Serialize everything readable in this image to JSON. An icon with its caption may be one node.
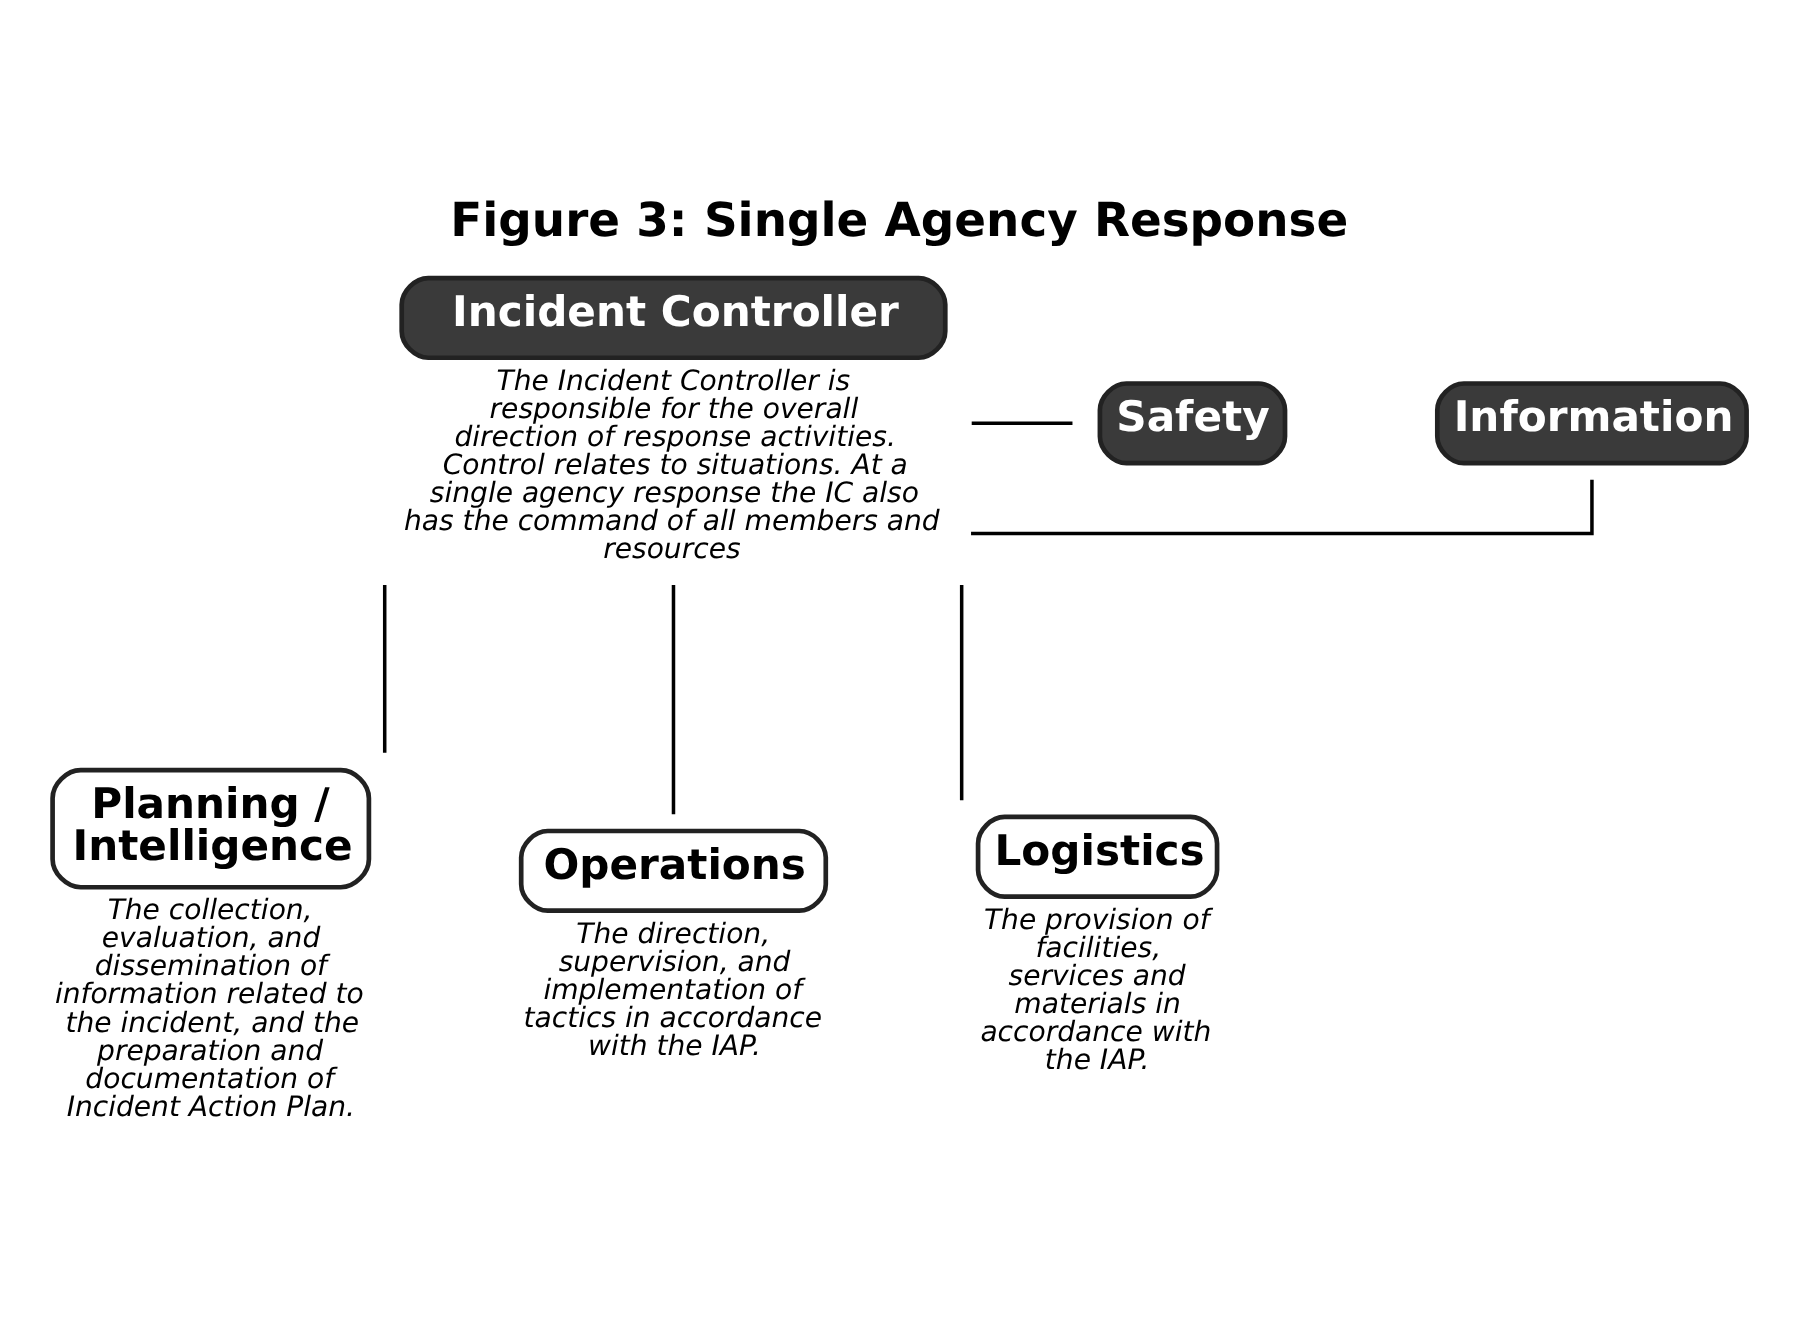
{
  "diagram": {
    "title": "Figure 3: Single Agency Response",
    "nodes": [
      {
        "text": [
          "Incident Controller"
        ],
        "beside": [
          "The Incident Controller is responsible for the overall direction of response activities. Control relates to situations. At a single agency response the IC also has the command of all members and resources"
        ]
      },
      {
        "text": [
          "Information"
        ]
      },
      {
        "text": [
          "Safety"
        ]
      },
      {
        "text": [
          "Planning / Intelligence"
        ],
        "beside": [
          "The collection, evaluation, and dissemination of information related to the incident, and the preparation and documentation of Incident Action Plan."
        ]
      },
      {
        "text": [
          "Operations"
        ],
        "beside": [
          "The direction, supervision, and implementation of tactics in accordance with the IAP."
        ]
      },
      {
        "text": [
          "Logistics"
        ],
        "beside": [
          "The provision of facilities, services and materials in accordance with the IAP."
        ]
      }
    ],
    "edges": [
      {
        "from": 0,
        "to": 1,
        "arrow": "none"
      },
      {
        "from": 0,
        "to": 2,
        "arrow": "none"
      },
      {
        "from": 0,
        "to": 3,
        "arrow": "none"
      },
      {
        "from": 0,
        "to": 4,
        "arrow": "none"
      },
      {
        "from": 0,
        "to": 5,
        "arrow": "none"
      }
    ]
  }
}
